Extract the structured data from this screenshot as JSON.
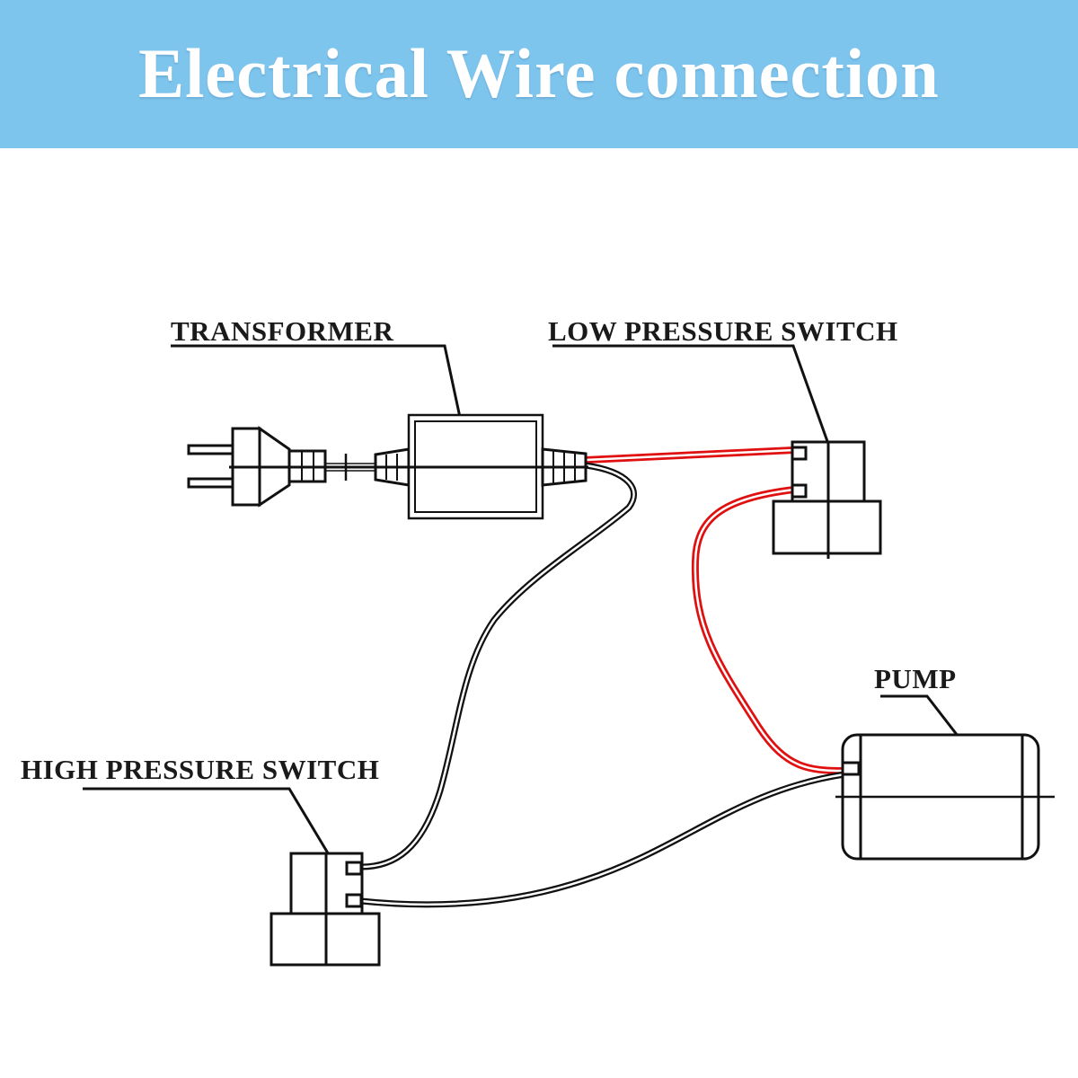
{
  "header": {
    "title": "Electrical Wire connection",
    "background_color": "#7ec5ee",
    "text_color": "#ffffff"
  },
  "diagram": {
    "components": [
      {
        "id": "plug",
        "label": ""
      },
      {
        "id": "transformer",
        "label": "TRANSFORMER"
      },
      {
        "id": "low_pressure_switch",
        "label": "LOW PRESSURE SWITCH"
      },
      {
        "id": "high_pressure_switch",
        "label": "HIGH PRESSURE SWITCH"
      },
      {
        "id": "pump",
        "label": "PUMP"
      }
    ],
    "wires": [
      {
        "from": "plug",
        "to": "transformer",
        "color": "#111111"
      },
      {
        "from": "transformer",
        "to": "low_pressure_switch",
        "color": "#e01010"
      },
      {
        "from": "low_pressure_switch",
        "to": "pump",
        "color": "#e01010"
      },
      {
        "from": "transformer",
        "to": "high_pressure_switch",
        "color": "#111111"
      },
      {
        "from": "high_pressure_switch",
        "to": "pump",
        "color": "#111111"
      }
    ],
    "wire_colors": {
      "red": "#e01010",
      "black": "#111111"
    }
  }
}
